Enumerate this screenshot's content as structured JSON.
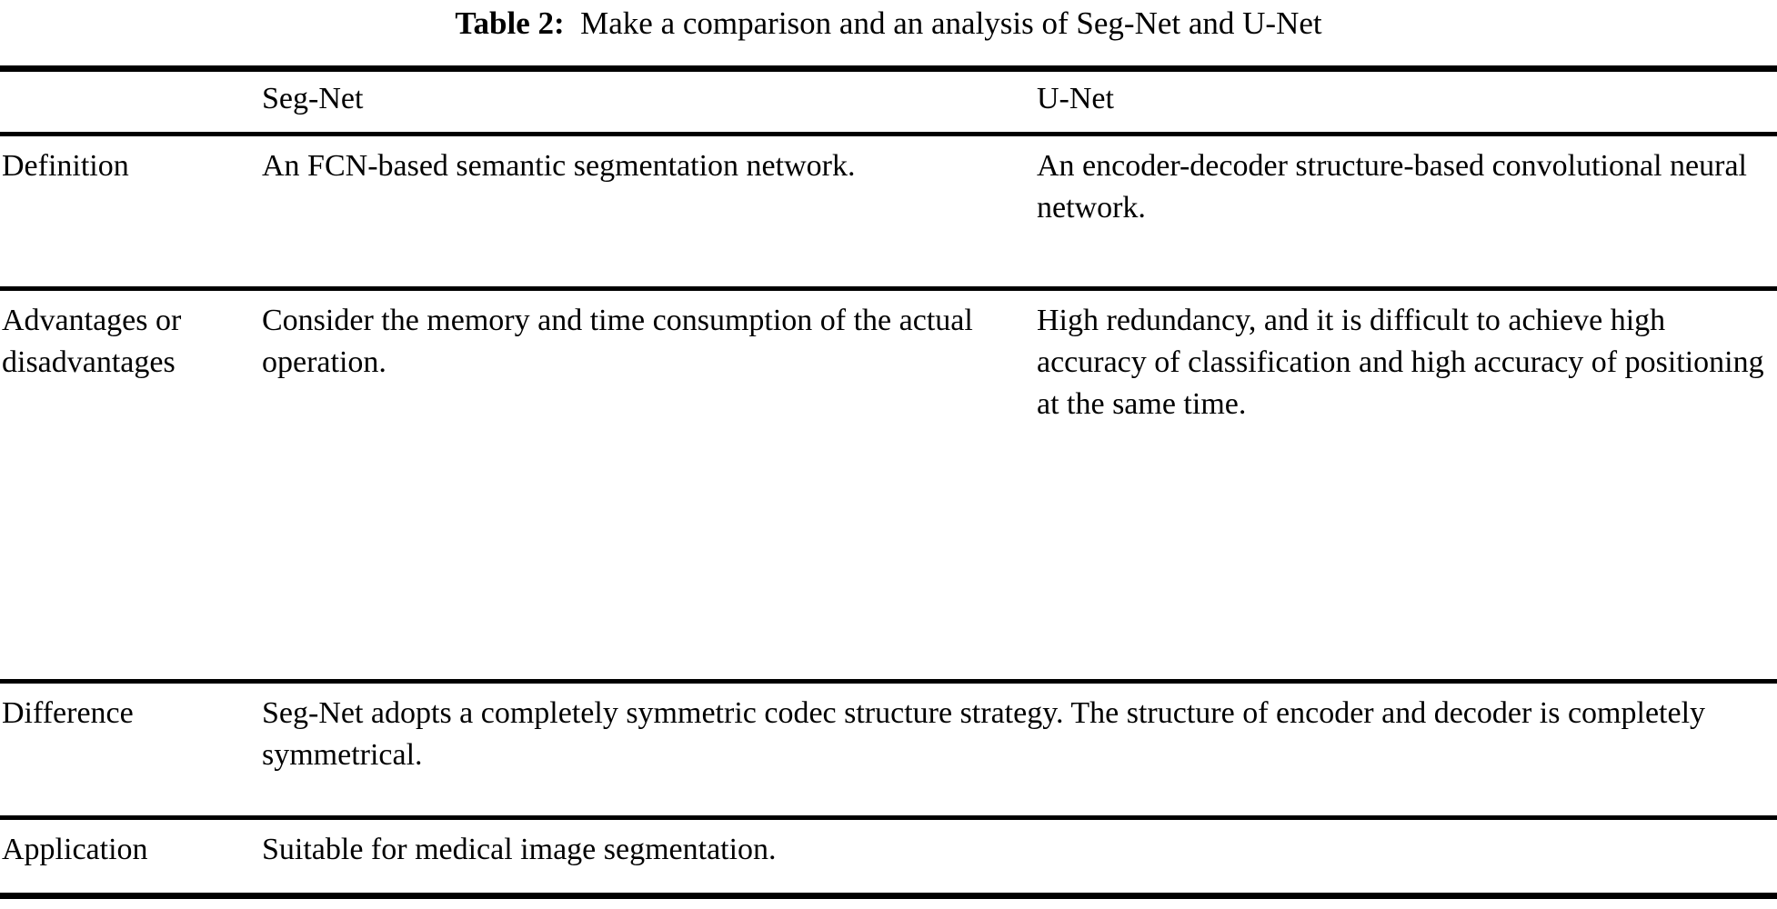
{
  "caption": {
    "label": "Table 2:",
    "text": "Make a comparison and an analysis of Seg-Net and U-Net"
  },
  "table": {
    "columns": [
      {
        "key": "attribute",
        "header": ""
      },
      {
        "key": "segnet",
        "header": "Seg-Net"
      },
      {
        "key": "unet",
        "header": "U-Net"
      }
    ],
    "rows": [
      {
        "attribute": "Definition",
        "segnet": "An FCN-based semantic segmentation network.",
        "unet": "An encoder-decoder structure-based convolutional neural network."
      },
      {
        "attribute": "Advantages or disadvantages",
        "segnet": "Consider the memory and time consumption of the actual operation.",
        "unet": "High redundancy, and it is difficult to achieve high accuracy of classification and high accuracy of positioning at the same time."
      },
      {
        "attribute": "Difference",
        "segnet": "Seg-Net adopts a completely symmetric codec structure strategy. The structure of encoder and decoder is completely symmetrical.",
        "unet": ""
      },
      {
        "attribute": "Application",
        "segnet": "Suitable for medical image segmentation.",
        "unet": ""
      }
    ]
  }
}
